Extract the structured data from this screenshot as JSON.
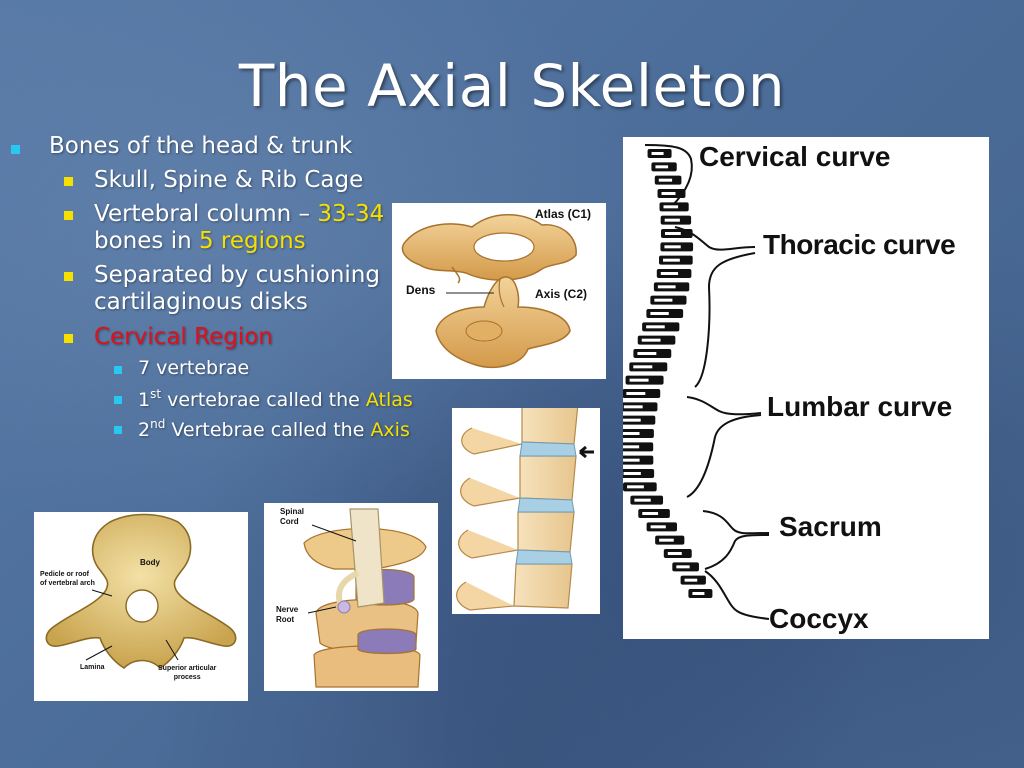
{
  "slide": {
    "title": "The Axial Skeleton",
    "bullets": {
      "b1": "Bones of the head & trunk",
      "b2": "Skull, Spine & Rib Cage",
      "b3_pre": "Vertebral column – ",
      "b3_hl1": "33-34",
      "b3_mid": "bones in ",
      "b3_hl2": "5 regions",
      "b4_line1": "Separated by cushioning",
      "b4_line2": "cartilaginous disks",
      "b5": "Cervical Region",
      "b6": "7 vertebrae",
      "b7_num": "1",
      "b7_sup": "st",
      "b7_text": " vertebrae called the ",
      "b7_hl": "Atlas",
      "b8_num": "2",
      "b8_sup": "nd",
      "b8_text": " Vertebrae called the ",
      "b8_hl": "Axis"
    }
  },
  "figures": {
    "atlas_axis": {
      "atlas": "Atlas (C1)",
      "dens": "Dens",
      "axis": "Axis (C2)"
    },
    "vertebra_top": {
      "body": "Body",
      "pedicle": "Pedicle or roof\nof vertebral arch",
      "lamina": "Lamina",
      "superior": "Superior articular\nprocess"
    },
    "spinal": {
      "cord": "Spinal\nCord",
      "nerve": "Nerve\nRoot"
    },
    "curves": {
      "cervical": "Cervical curve",
      "thoracic": "Thoracic curve",
      "lumbar": "Lumbar curve",
      "sacrum": "Sacrum",
      "coccyx": "Coccyx"
    }
  },
  "colors": {
    "bullet_l1": "#29c8f0",
    "bullet_l2": "#f5e000",
    "highlight": "#f5e000",
    "cervical_region": "#e0101a",
    "bone": "#e6b76a"
  }
}
